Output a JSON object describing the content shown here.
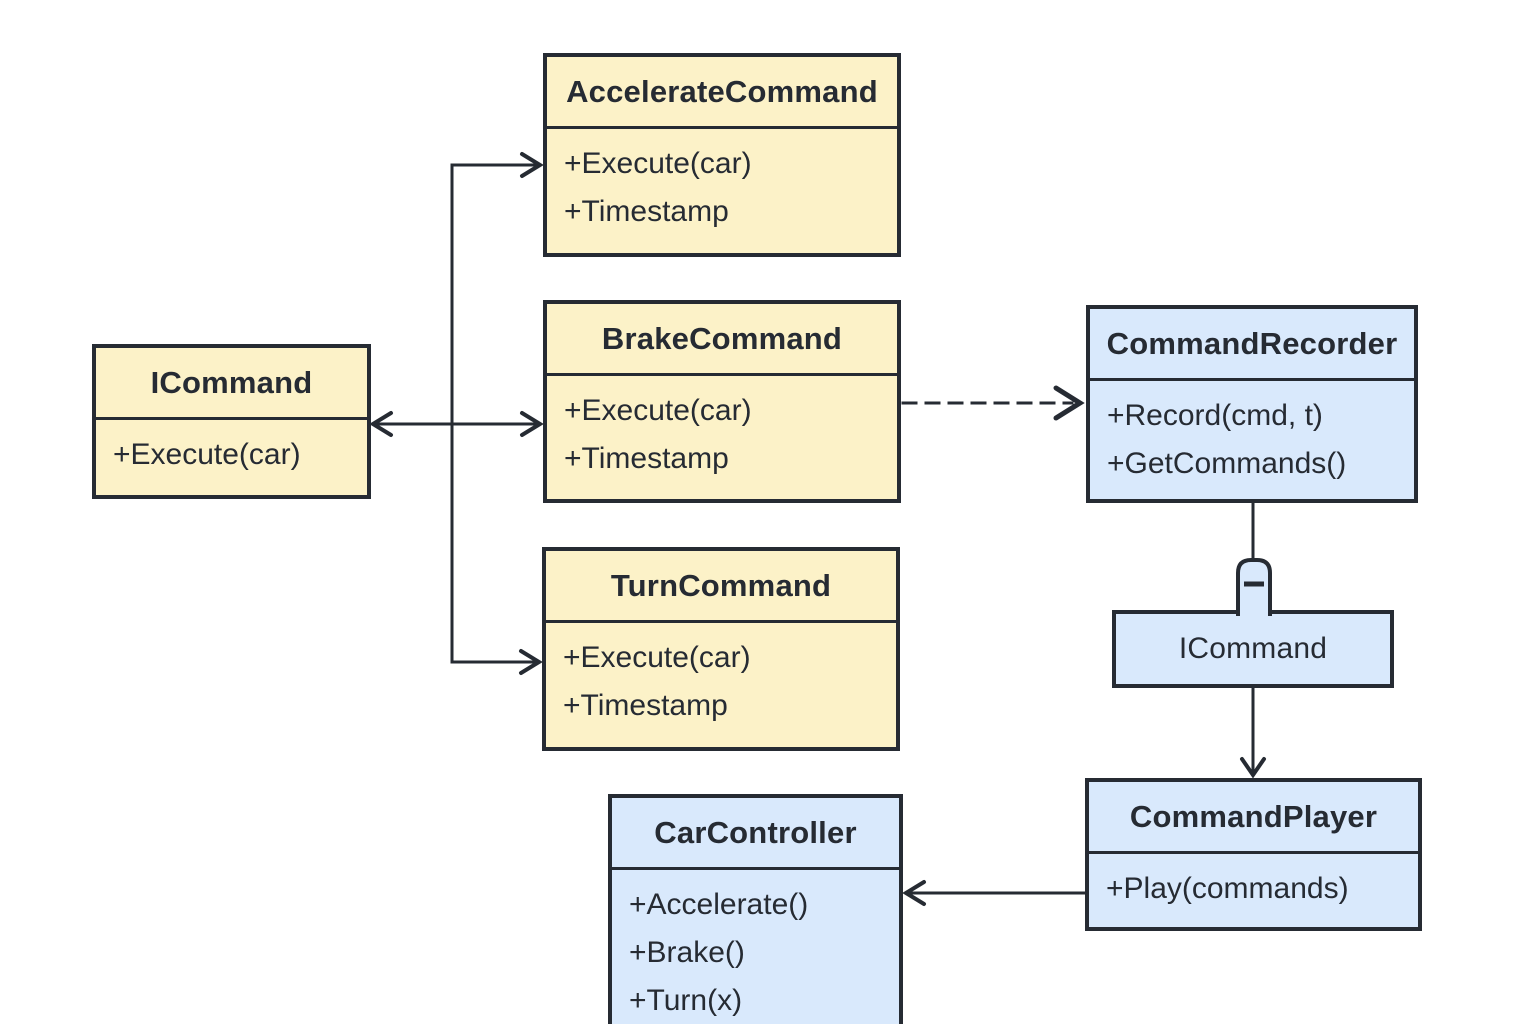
{
  "colors": {
    "yellow": "#fcf2c8",
    "blue": "#d9e9fc",
    "stroke": "#262b33",
    "bg": "#ffffff"
  },
  "classes": [
    {
      "title": "ICommand",
      "members": [
        "+Execute(car)"
      ]
    },
    {
      "title": "AccelerateCommand",
      "members": [
        "+Execute(car)",
        "+Timestamp"
      ]
    },
    {
      "title": "BrakeCommand",
      "members": [
        "+Execute(car)",
        "+Timestamp"
      ]
    },
    {
      "title": "TurnCommand",
      "members": [
        "+Execute(car)",
        "+Timestamp"
      ]
    },
    {
      "title": "CommandRecorder",
      "members": [
        "+Record(cmd, t)",
        "+GetCommands()"
      ]
    },
    {
      "title": "ICommand",
      "members": []
    },
    {
      "title": "CommandPlayer",
      "members": [
        "+Play(commands)"
      ]
    },
    {
      "title": "CarController",
      "members": [
        "+Accelerate()",
        "+Brake()",
        "+Turn(x)"
      ]
    }
  ]
}
